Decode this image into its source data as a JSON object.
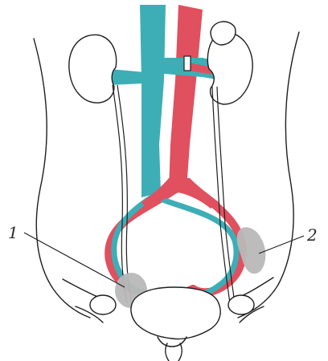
{
  "labels": [
    {
      "id": "1",
      "text": "1"
    },
    {
      "id": "2",
      "text": "2"
    }
  ],
  "colors": {
    "vein": "#3eaeb6",
    "artery": "#e0505e",
    "lesion": "#b8b8b8",
    "outline": "#1e1e1e",
    "background": "#ffffff"
  },
  "icons": {
    "kidney": "kidney-icon",
    "bladder": "bladder-icon"
  }
}
